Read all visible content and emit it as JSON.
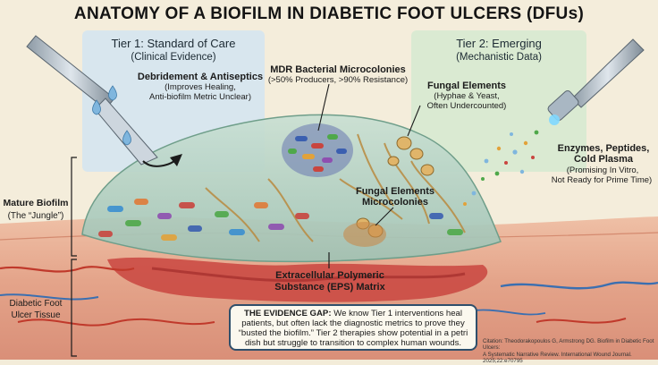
{
  "title": "ANATOMY OF A BIOFILM IN DIABETIC FOOT ULCERS (DFUs)",
  "tier1": {
    "heading": "Tier 1: Standard of Care",
    "subheading": "(Clinical Evidence)"
  },
  "tier2": {
    "heading": "Tier 2: Emerging",
    "subheading": "(Mechanistic Data)"
  },
  "labels": {
    "debridement": {
      "title": "Debridement & Antiseptics",
      "line1": "(Improves Healing,",
      "line2": "Anti-biofilm Metric Unclear)"
    },
    "mdr": {
      "title": "MDR Bacterial Microcolonies",
      "line1": "(>50% Producers, >90% Resistance)"
    },
    "fungal": {
      "title": "Fungal Elements",
      "line1": "(Hyphae & Yeast,",
      "line2": "Often Undercounted)"
    },
    "enzymes": {
      "line1": "Enzymes, Peptides,",
      "line2": "Cold Plasma",
      "line3": "(Promising In Vitro,",
      "line4": "Not Ready for Prime Time)"
    },
    "fungal_micro": {
      "line1": "Fungal Elements",
      "line2": "Microcolonies"
    },
    "eps": {
      "line1": "Extracellular Polymeric",
      "line2": "Substance (EPS) Matrix"
    },
    "mature": {
      "title": "Mature Biofilm",
      "sub": "(The “Jungle”)"
    },
    "ulcer": {
      "line1": "Diabetic Foot",
      "line2": "Ulcer Tissue"
    }
  },
  "evidence_gap": {
    "heading": "THE EVIDENCE GAP:",
    "text": "We know Tier 1 interventions heal patients, but often lack the diagnostic metrics to prove they “busted the biofilm.” Tier 2 therapies show potential in a petri dish but struggle to transition to complex human wounds."
  },
  "citation": {
    "line1": "Citation: Theodorakopoulos G, Armstrong DG. Biofilm in Diabetic Foot Ulcers:",
    "line2": "A Systematic Narrative Review. International Wound Journal. 2025;22:e70795"
  },
  "colors": {
    "tier1_panel": "#d6e6ef",
    "tier2_panel": "#d8ead2",
    "tissue": "#e7a78c",
    "wound": "#c9453f",
    "biofilm": "#b7d3c4",
    "gap_border": "#2f4f6b"
  }
}
